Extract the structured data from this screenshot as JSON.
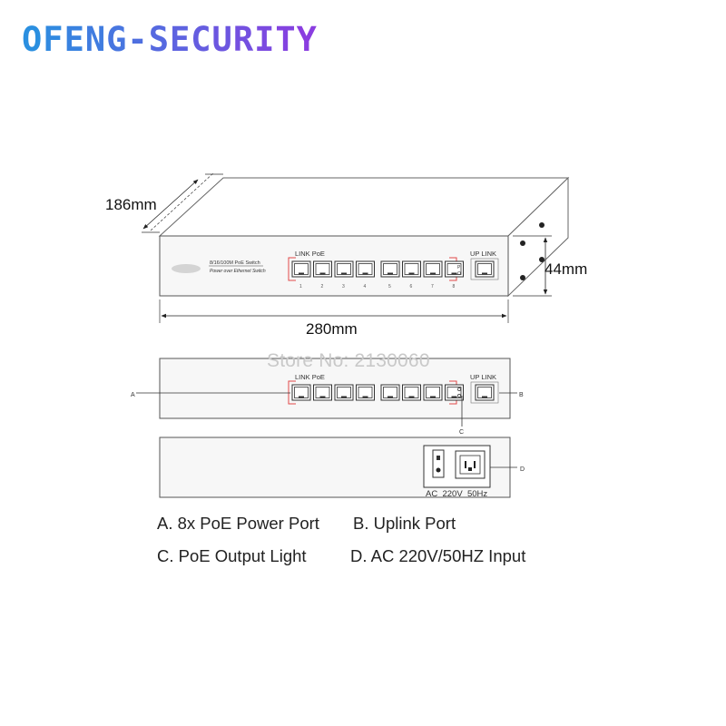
{
  "brand": {
    "title": "OFENG-SECURITY",
    "gradient_start": "#2a8fe0",
    "gradient_end": "#8a3de0"
  },
  "watermark": "Store No: 2130060",
  "dimensions": {
    "depth": "186mm",
    "height": "44mm",
    "width": "280mm"
  },
  "device": {
    "model_line1": "8/16/100M PoE Switch",
    "model_line2": "Power over Ethernet Switch",
    "link_poe_label": "LINK PoE",
    "uplink_label": "UP LINK",
    "port_numbers": [
      "1",
      "2",
      "3",
      "4",
      "5",
      "6",
      "7",
      "8"
    ],
    "led_labels": [
      "P",
      "O"
    ]
  },
  "rear_panel": {
    "power_label": "AC  220V  50Hz"
  },
  "callouts": {
    "a": "A",
    "b": "B",
    "c": "C",
    "d": "D"
  },
  "legend": {
    "a": "A. 8x PoE Power Port",
    "b": "B. Uplink Port",
    "c": "C. PoE Output Light",
    "d": "D. AC 220V/50HZ Input"
  }
}
